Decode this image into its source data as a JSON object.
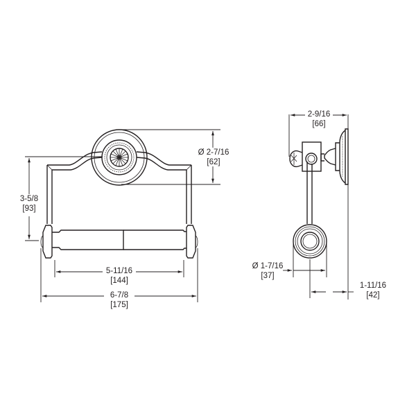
{
  "drawing": {
    "title": "Toilet paper holder dimension drawing",
    "front_view": {
      "height_overall": {
        "imperial": "3-5/8",
        "metric": "[93]"
      },
      "rosette_diameter": {
        "imperial": "Ø 2-7/16",
        "metric": "[62]"
      },
      "roller_inner_width": {
        "imperial": "5-11/16",
        "metric": "[144]"
      },
      "overall_width": {
        "imperial": "6-7/8",
        "metric": "[175]"
      }
    },
    "side_view": {
      "projection": {
        "imperial": "2-9/16",
        "metric": "[66]"
      },
      "roller_diameter": {
        "imperial": "Ø 1-7/16",
        "metric": "[37]"
      },
      "roller_center_to_wall": {
        "imperial": "1-11/16",
        "metric": "[42]"
      }
    }
  }
}
